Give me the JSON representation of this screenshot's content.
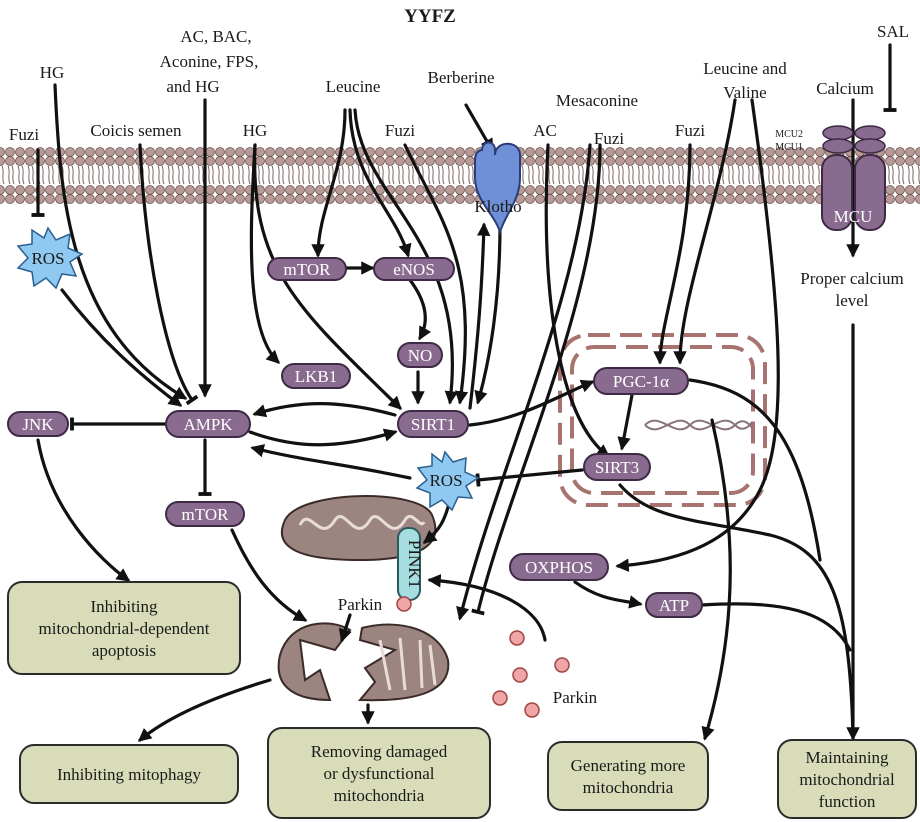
{
  "title": "YYFZ",
  "colors": {
    "node_fill": "#8a6b90",
    "node_stroke": "#3e2a44",
    "outcome_fill": "#d9dcb8",
    "outcome_stroke": "#2b2b2b",
    "ros_fill": "#8fc8f0",
    "klotho_fill": "#6f8fd6",
    "pink1_fill": "#a6dde0",
    "parkin_fill": "#f0a6a6",
    "membrane": "#b89a96",
    "nucleus_border": "#a8736f",
    "mcu_fill": "#8a6b90"
  },
  "inputs": {
    "fuzi_left": "Fuzi",
    "hg_left": "HG",
    "coicis": "Coicis semen",
    "ac_group_line1": "AC, BAC,",
    "ac_group_line2": "Aconine, FPS,",
    "ac_group_line3": "and HG",
    "hg_mid": "HG",
    "leucine": "Leucine",
    "fuzi_mid": "Fuzi",
    "berberine": "Berberine",
    "mesaconine": "Mesaconine",
    "ac_right": "AC",
    "fuzi_right": "Fuzi",
    "leucine_valine_line1": "Leucine and",
    "leucine_valine_line2": "Valine",
    "fuzi_far_right": "Fuzi",
    "calcium": "Calcium",
    "sal": "SAL"
  },
  "nodes": {
    "ros_top": "ROS",
    "mtor_top": "mTOR",
    "enos": "eNOS",
    "no": "NO",
    "lkb1": "LKB1",
    "jnk": "JNK",
    "ampk": "AMPK",
    "sirt1": "SIRT1",
    "pgc1a": "PGC-1α",
    "sirt3": "SIRT3",
    "ros_mid": "ROS",
    "mtor_low": "mTOR",
    "oxphos": "OXPHOS",
    "atp": "ATP",
    "klotho": "Klotho",
    "pink1": "PINK1",
    "parkin_near": "Parkin",
    "parkin_free": "Parkin",
    "mcu": "MCU",
    "mcu1": "MCU1",
    "mcu2": "MCU2",
    "proper_calcium_line1": "Proper calcium",
    "proper_calcium_line2": "level"
  },
  "outcomes": {
    "apoptosis_line1": "Inhibiting",
    "apoptosis_line2": "mitochondrial-dependent",
    "apoptosis_line3": "apoptosis",
    "mitophagy": "Inhibiting mitophagy",
    "removing_line1": "Removing damaged",
    "removing_line2": "or dysfunctional",
    "removing_line3": "mitochondria",
    "generating_line1": "Generating more",
    "generating_line2": "mitochondria",
    "maintaining_line1": "Maintaining",
    "maintaining_line2": "mitochondrial",
    "maintaining_line3": "function"
  }
}
